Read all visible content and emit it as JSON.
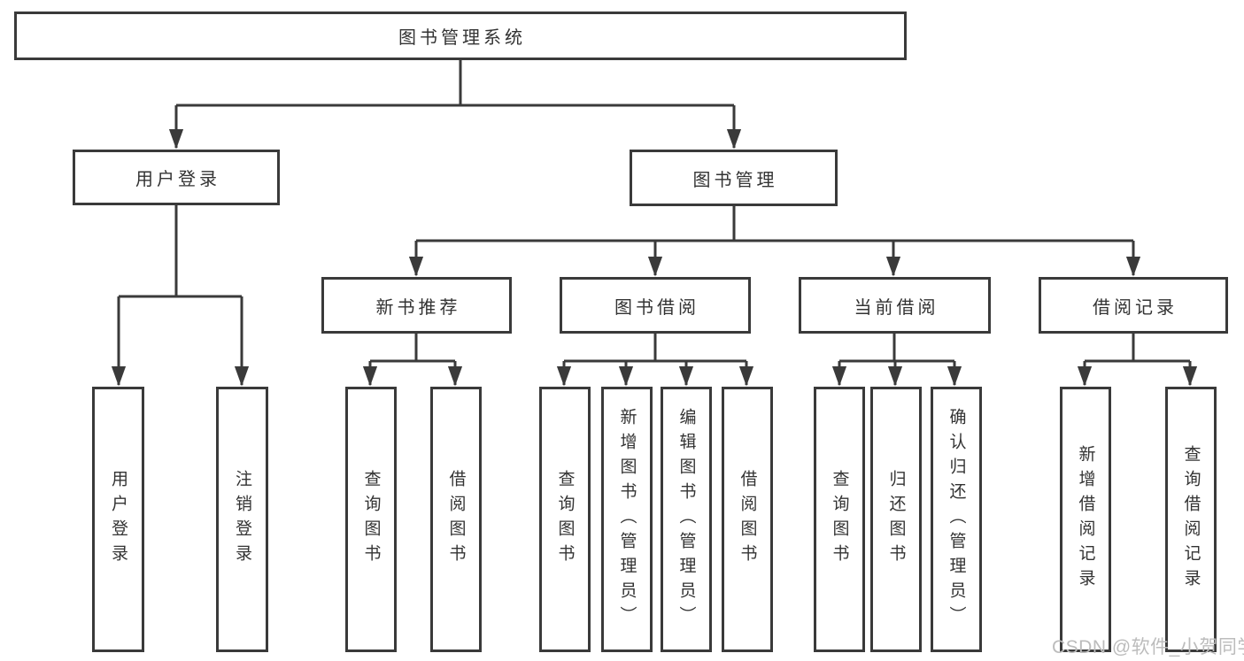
{
  "colors": {
    "line": "#3a3a3a",
    "box_border": "#3a3a3a",
    "text": "#333333",
    "watermark": "#bcbcbc",
    "background": "#ffffff"
  },
  "diagram": {
    "root": {
      "label": "图书管理系统"
    },
    "branches": [
      {
        "label": "用户登录",
        "children": [
          {
            "label": "用户登录"
          },
          {
            "label": "注销登录"
          }
        ]
      },
      {
        "label": "图书管理",
        "children": [
          {
            "label": "新书推荐",
            "children": [
              {
                "label": "查询图书"
              },
              {
                "label": "借阅图书"
              }
            ]
          },
          {
            "label": "图书借阅",
            "children": [
              {
                "label": "查询图书"
              },
              {
                "label": "新增图书（管理员）"
              },
              {
                "label": "编辑图书（管理员）"
              },
              {
                "label": "借阅图书"
              }
            ]
          },
          {
            "label": "当前借阅",
            "children": [
              {
                "label": "查询图书"
              },
              {
                "label": "归还图书"
              },
              {
                "label": "确认归还（管理员）"
              }
            ]
          },
          {
            "label": "借阅记录",
            "children": [
              {
                "label": "新增借阅记录"
              },
              {
                "label": "查询借阅记录"
              }
            ]
          }
        ]
      }
    ]
  },
  "watermark": {
    "text": "CSDN @软件_小贺同学"
  }
}
